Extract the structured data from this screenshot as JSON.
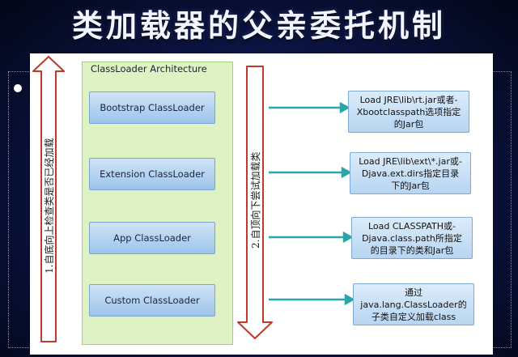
{
  "title": "类加载器的父亲委托机制",
  "architecture_label": "ClassLoader Architecture",
  "loaders": [
    {
      "label": "Bootstrap ClassLoader"
    },
    {
      "label": "Extension ClassLoader"
    },
    {
      "label": "App ClassLoader"
    },
    {
      "label": "Custom ClassLoader"
    }
  ],
  "notes": [
    {
      "line1": "Load JRE\\lib\\rt.jar或者-",
      "line2": "Xbootclasspath选项指定",
      "line3": "的Jar包"
    },
    {
      "line1": "Load JRE\\lib\\ext\\*.jar或-",
      "line2": "Djava.ext.dirs指定目录",
      "line3": "下的Jar包"
    },
    {
      "line1": "Load CLASSPATH或-",
      "line2": "Djava.class.path所指定",
      "line3": "的目录下的类和Jar包"
    },
    {
      "line1": "通过",
      "line2": "java.lang.ClassLoader的",
      "line3": "子类自定义加载class"
    }
  ],
  "left_arrow_label": "1.自底向上检查类是否已经加载",
  "right_arrow_label": "2.自顶向下尝试加载类",
  "colors": {
    "arrow_fill": "#ffffff",
    "arrow_stroke": "#c0392b",
    "connector": "#2aa5a8"
  }
}
